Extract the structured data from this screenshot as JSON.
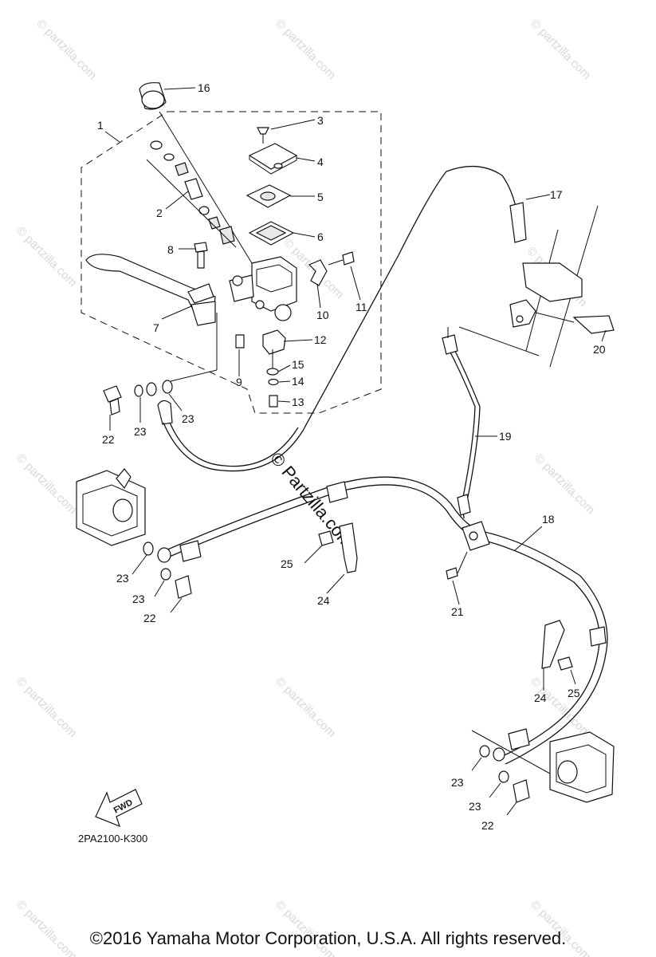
{
  "watermark": {
    "small_text": "© partzilla.com",
    "center_text": "© Partzilla.com"
  },
  "callouts": {
    "c1": "1",
    "c2": "2",
    "c3": "3",
    "c4": "4",
    "c5": "5",
    "c6": "6",
    "c7": "7",
    "c8": "8",
    "c9": "9",
    "c10": "10",
    "c11": "11",
    "c12": "12",
    "c13": "13",
    "c14": "14",
    "c15": "15",
    "c16": "16",
    "c17": "17",
    "c18": "18",
    "c19": "19",
    "c20": "20",
    "c21": "21",
    "c22a": "22",
    "c22b": "22",
    "c22c": "22",
    "c23a": "23",
    "c23b": "23",
    "c23c": "23",
    "c23d": "23",
    "c23e": "23",
    "c23f": "23",
    "c24a": "24",
    "c24b": "24",
    "c25a": "25",
    "c25b": "25"
  },
  "direction_arrow": {
    "label": "FWD"
  },
  "diagram_code": "2PA2100-K300",
  "copyright": "©2016  Yamaha Motor Corporation, U.S.A. All rights reserved."
}
